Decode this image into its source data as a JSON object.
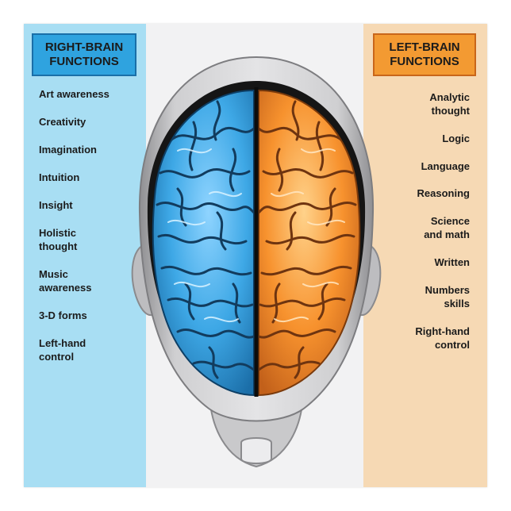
{
  "left_panel": {
    "title": "RIGHT-BRAIN\nFUNCTIONS",
    "items": [
      "Art awareness",
      "Creativity",
      "Imagination",
      "Intuition",
      "Insight",
      "Holistic\nthought",
      "Music\nawareness",
      "3-D forms",
      "Left-hand\ncontrol"
    ]
  },
  "right_panel": {
    "title": "LEFT-BRAIN\nFUNCTIONS",
    "items": [
      "Analytic\nthought",
      "Logic",
      "Language",
      "Reasoning",
      "Science\nand math",
      "Written",
      "Numbers\nskills",
      "Right-hand\ncontrol"
    ]
  },
  "colors": {
    "right_brain_blue": "#3ea8e6",
    "left_brain_orange": "#f7922e",
    "left_panel_bg": "#a8def3",
    "right_panel_bg": "#f6d9b4"
  }
}
